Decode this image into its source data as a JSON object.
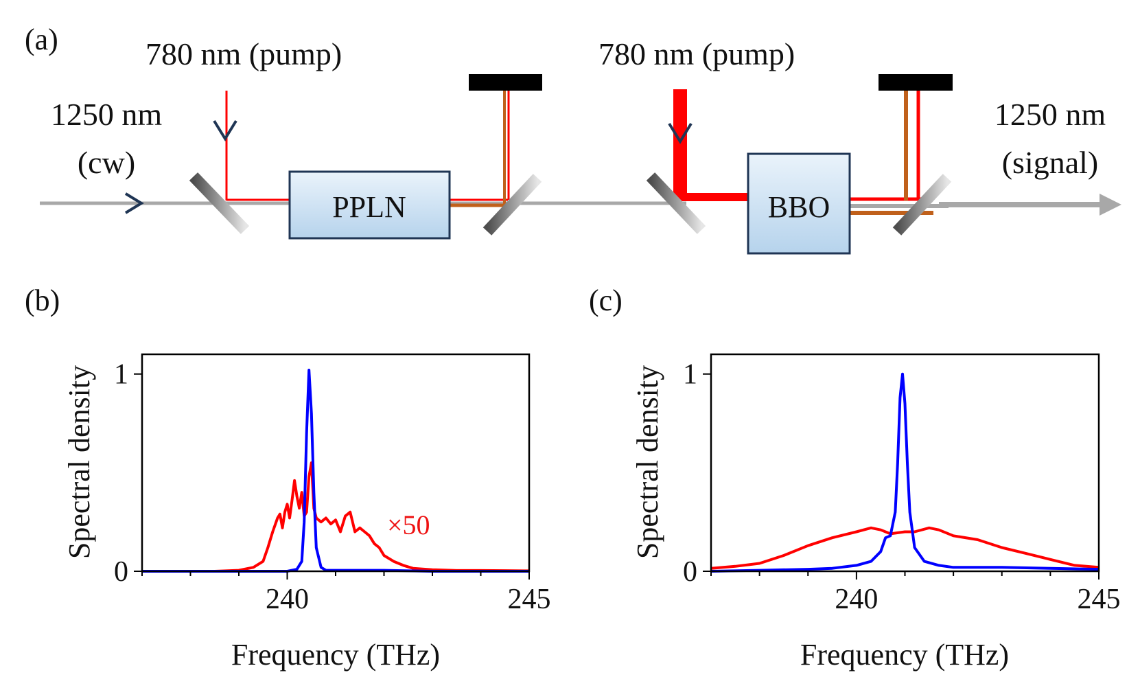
{
  "diagram": {
    "panel_label": "(a)",
    "pump_label_1": "780 nm (pump)",
    "pump_label_2": "780 nm (pump)",
    "input_wavelength": "1250 nm",
    "input_mode": "(cw)",
    "output_wavelength": "1250 nm",
    "output_mode": "(signal)",
    "crystal_1": "PPLN",
    "crystal_2": "BBO",
    "colors": {
      "pump": "#ff0000",
      "idler": "#c0601b",
      "signal": "#a8a8a8",
      "crystal_fill": "#cfe3f3",
      "crystal_stroke": "#1f3554",
      "beam_dump": "#000000",
      "arrow": "#1f3554"
    }
  },
  "chart_data": [
    {
      "type": "line",
      "panel_label": "(b)",
      "xlabel": "Frequency (THz)",
      "ylabel": "Spectral density",
      "xlim": [
        237,
        245
      ],
      "ylim": [
        0,
        1.1
      ],
      "xticks": [
        240,
        245
      ],
      "yticks": [
        0,
        1
      ],
      "grid": false,
      "annotation": "×50",
      "series": [
        {
          "color": "#ff0000",
          "x": [
            237.0,
            237.5,
            238.0,
            238.5,
            239.0,
            239.3,
            239.5,
            239.6,
            239.7,
            239.8,
            239.85,
            239.9,
            239.95,
            240.0,
            240.05,
            240.1,
            240.15,
            240.2,
            240.25,
            240.3,
            240.35,
            240.4,
            240.45,
            240.5,
            240.55,
            240.6,
            240.7,
            240.8,
            240.9,
            241.0,
            241.1,
            241.2,
            241.3,
            241.4,
            241.5,
            241.6,
            241.7,
            241.8,
            241.9,
            242.0,
            242.2,
            242.4,
            242.6,
            243.0,
            243.5,
            244.0,
            244.5,
            245.0
          ],
          "y": [
            0.0,
            0.0,
            0.0,
            0.0,
            0.005,
            0.02,
            0.05,
            0.12,
            0.2,
            0.27,
            0.29,
            0.22,
            0.3,
            0.34,
            0.27,
            0.36,
            0.46,
            0.38,
            0.32,
            0.4,
            0.28,
            0.3,
            0.48,
            0.55,
            0.32,
            0.27,
            0.25,
            0.27,
            0.24,
            0.26,
            0.2,
            0.28,
            0.3,
            0.2,
            0.22,
            0.2,
            0.18,
            0.14,
            0.12,
            0.08,
            0.05,
            0.03,
            0.015,
            0.008,
            0.004,
            0.004,
            0.003,
            0.002
          ]
        },
        {
          "color": "#0000ff",
          "x": [
            237.0,
            239.0,
            240.0,
            240.2,
            240.3,
            240.35,
            240.4,
            240.45,
            240.5,
            240.55,
            240.6,
            240.7,
            240.8,
            241.0,
            242.0,
            243.0,
            245.0
          ],
          "y": [
            0.0,
            0.0,
            0.0,
            0.01,
            0.05,
            0.25,
            0.7,
            1.02,
            0.8,
            0.4,
            0.12,
            0.02,
            0.005,
            0.005,
            0.005,
            0.0,
            0.0
          ]
        }
      ]
    },
    {
      "type": "line",
      "panel_label": "(c)",
      "xlabel": "Frequency (THz)",
      "ylabel": "Spectral density",
      "xlim": [
        237,
        245
      ],
      "ylim": [
        0,
        1.1
      ],
      "xticks": [
        240,
        245
      ],
      "yticks": [
        0,
        1
      ],
      "grid": false,
      "series": [
        {
          "color": "#ff0000",
          "x": [
            237.0,
            237.5,
            238.0,
            238.5,
            239.0,
            239.5,
            240.0,
            240.3,
            240.5,
            240.7,
            241.0,
            241.2,
            241.5,
            241.7,
            242.0,
            242.5,
            243.0,
            243.5,
            244.0,
            244.5,
            245.0
          ],
          "y": [
            0.015,
            0.025,
            0.04,
            0.08,
            0.13,
            0.17,
            0.2,
            0.22,
            0.21,
            0.19,
            0.2,
            0.2,
            0.22,
            0.21,
            0.18,
            0.16,
            0.12,
            0.09,
            0.06,
            0.03,
            0.02
          ]
        },
        {
          "color": "#0000ff",
          "x": [
            237.0,
            238.0,
            239.0,
            239.5,
            240.0,
            240.3,
            240.5,
            240.6,
            240.7,
            240.8,
            240.85,
            240.9,
            240.95,
            241.0,
            241.05,
            241.1,
            241.2,
            241.4,
            241.7,
            242.0,
            243.0,
            244.0,
            245.0
          ],
          "y": [
            0.0,
            0.005,
            0.01,
            0.015,
            0.03,
            0.05,
            0.1,
            0.17,
            0.18,
            0.3,
            0.55,
            0.88,
            1.0,
            0.85,
            0.55,
            0.3,
            0.12,
            0.05,
            0.03,
            0.02,
            0.02,
            0.015,
            0.01
          ]
        }
      ]
    }
  ]
}
